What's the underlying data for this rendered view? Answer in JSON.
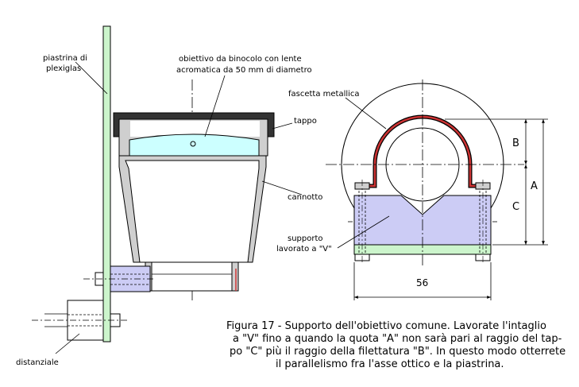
{
  "labels": {
    "piastrina": [
      "piastrina di",
      "plexiglas"
    ],
    "obiettivo": [
      "obiettivo da binocolo con lente",
      "acromatica da 50 mm di diametro"
    ],
    "fascetta": "fascetta metallica",
    "tappo": "tappo",
    "cannotto": "cannotto",
    "supporto": [
      "supporto",
      "lavorato a \"V\""
    ],
    "distanziale": "distanziale"
  },
  "dimensions": {
    "A": "A",
    "B": "B",
    "C": "C",
    "width": "56"
  },
  "caption": [
    "Figura 17 - Supporto dell'obiettivo comune. Lavorate l'intaglio",
    "a \"V\" fino a quando la quota \"A\" non sarà pari al raggio del tap-",
    "po \"C\" più il raggio della filettatura \"B\". In questo modo otterrete",
    "il parallelismo fra l'asse ottico e la piastrina."
  ],
  "colors": {
    "plate_green": "#ccf5cc",
    "lens_cyan": "#ccffff",
    "support_blue": "#ccccf5",
    "body_gray": "#cfcfcf",
    "band_red": "#cc3333",
    "cap_black": "#333333"
  }
}
